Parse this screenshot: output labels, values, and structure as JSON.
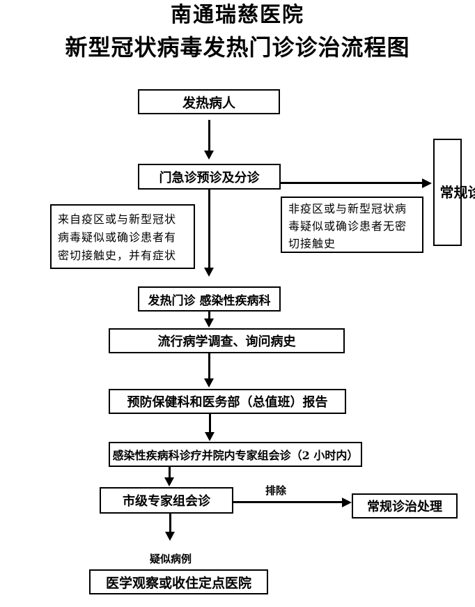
{
  "title": {
    "line1": "南通瑞慈医院",
    "line2": "新型冠状病毒发热门诊诊治流程图"
  },
  "flow": {
    "fever_patient": "发热病人",
    "triage": "门急诊预诊及分诊",
    "routine_side": "常规诊治处理",
    "note_left": "来自疫区或与新型冠状病毒疑似或确诊患者有密切接触史，并有症状",
    "note_right": "非疫区或与新型冠状病毒疑似或确诊患者无密切接触史",
    "fever_clinic": "发热门诊 感染性疾病科",
    "epidemiology": "流行病学调查、询问病史",
    "report": "预防保健科和医务部（总值班）报告",
    "expert_consult": "感染性疾病科诊疗并院内专家组会诊（2 小时内）",
    "city_expert": "市级专家组会诊",
    "routine_bottom": "常规诊治处理",
    "observation": "医学观察或收住定点医院"
  },
  "labels": {
    "exclude": "排除",
    "suspected": "疑似病例"
  },
  "colors": {
    "ink": "#000000",
    "background": "#ffffff"
  }
}
